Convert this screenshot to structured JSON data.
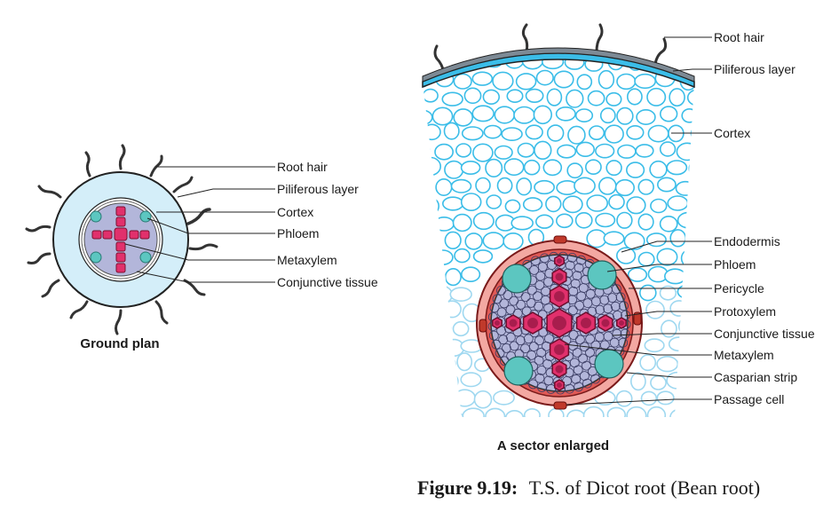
{
  "ground_plan": {
    "title": "Ground plan",
    "labels": [
      "Root hair",
      "Piliferous layer",
      "Cortex",
      "Phloem",
      "Metaxylem",
      "Conjunctive tissue"
    ]
  },
  "sector": {
    "title": "A sector enlarged",
    "labels": [
      "Root hair",
      "Piliferous layer",
      "Cortex",
      "Endodermis",
      "Phloem",
      "Pericycle",
      "Protoxylem",
      "Conjunctive tissue",
      "Metaxylem",
      "Casparian strip",
      "Passage cell"
    ]
  },
  "caption": {
    "number": "Figure 9.19:",
    "text": "T.S. of Dicot root (Bean root)"
  },
  "colors": {
    "cortex_fill": "#d4eef9",
    "cortex_cells": "#3bbde8",
    "stele_fill": "#b3b6da",
    "xylem": "#e1306c",
    "phloem": "#5cc6c0",
    "endodermis": "#f3a8a2",
    "pericycle": "#e05a56"
  }
}
